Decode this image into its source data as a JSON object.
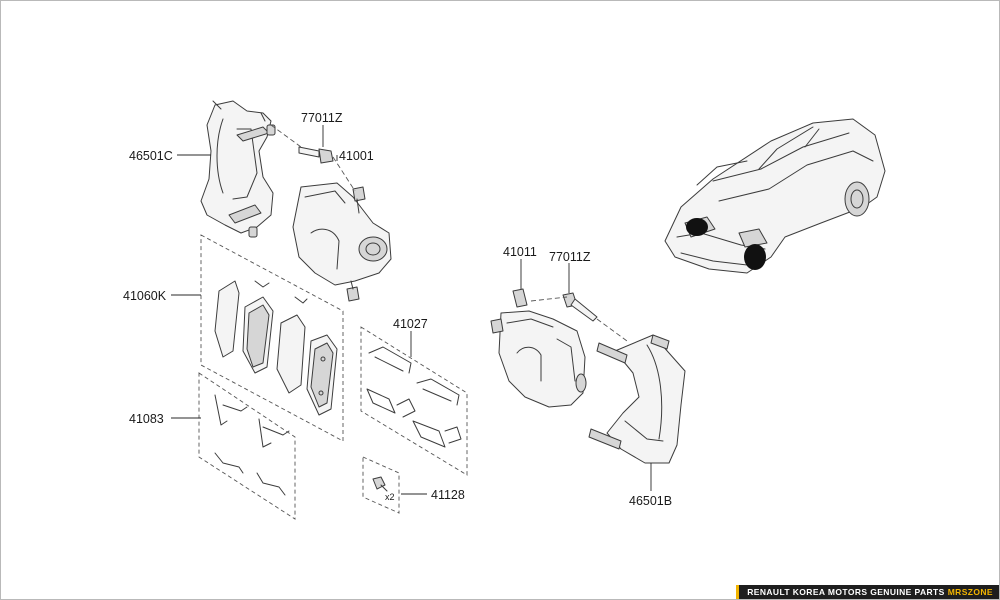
{
  "parts": {
    "p46501c": "46501C",
    "p77011z_top": "77011Z",
    "p41001": "41001",
    "p41060k": "41060K",
    "p41083": "41083",
    "p41027": "41027",
    "p41011": "41011",
    "p77011z_right": "77011Z",
    "p41128": "41128",
    "p46501b": "46501B"
  },
  "quantity_41128": "x2",
  "banner": {
    "text": "RENAULT KOREA MOTORS GENUINE PARTS",
    "brand": "MRSZONE",
    "brand_color": "#f2b400"
  }
}
